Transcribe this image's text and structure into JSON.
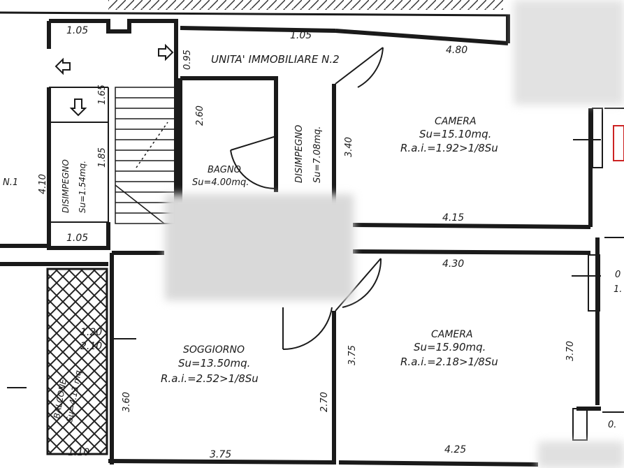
{
  "title": "UNITA' IMMOBILIARE N.2",
  "rooms": {
    "camera1": {
      "name": "CAMERA",
      "su": "Su=15.10mq.",
      "rai": "R.a.i.=1.92>1/8Su"
    },
    "camera2": {
      "name": "CAMERA",
      "su": "Su=15.90mq.",
      "rai": "R.a.i.=2.18>1/8Su"
    },
    "soggiorno": {
      "name": "SOGGIORNO",
      "su": "Su=13.50mq.",
      "rai": "R.a.i.=2.52>1/8Su"
    },
    "bagno": {
      "name": "BAGNO",
      "su": "Su=4.00mq."
    },
    "disimpegno_center": {
      "name": "DISIMPEGNO",
      "su": "Su=7.08mq."
    },
    "disimpegno_left": {
      "name": "DISIMPEGNO",
      "su": "Su=1.54mq."
    },
    "balcone": {
      "name": "BALCONE",
      "su": "Su=4.13 mq."
    }
  },
  "dimensions": {
    "d_105_top_left": "1.05",
    "d_105_top_center": "1.05",
    "d_095": "0.95",
    "d_480": "4.80",
    "d_165": "1.65",
    "d_260": "2.60",
    "d_340": "3.40",
    "d_410": "4.10",
    "d_185": "1.85",
    "d_415": "4.15",
    "d_105_left_bottom": "1.05",
    "d_430": "4.30",
    "d_120": "1.20",
    "d_210": "2.10",
    "d_375_vert": "3.75",
    "d_370": "3.70",
    "d_360": "3.60",
    "d_270": "2.70",
    "d_110": "1.10",
    "d_375_bottom": "3.75",
    "d_425": "4.25",
    "d_0_right_top": "0",
    "d_1_right": "1.",
    "d_0_right_bottom": "0.",
    "d_1_left_edge": "N.1"
  },
  "colors": {
    "ink": "#1a1a1a",
    "hatch": "#222222"
  }
}
